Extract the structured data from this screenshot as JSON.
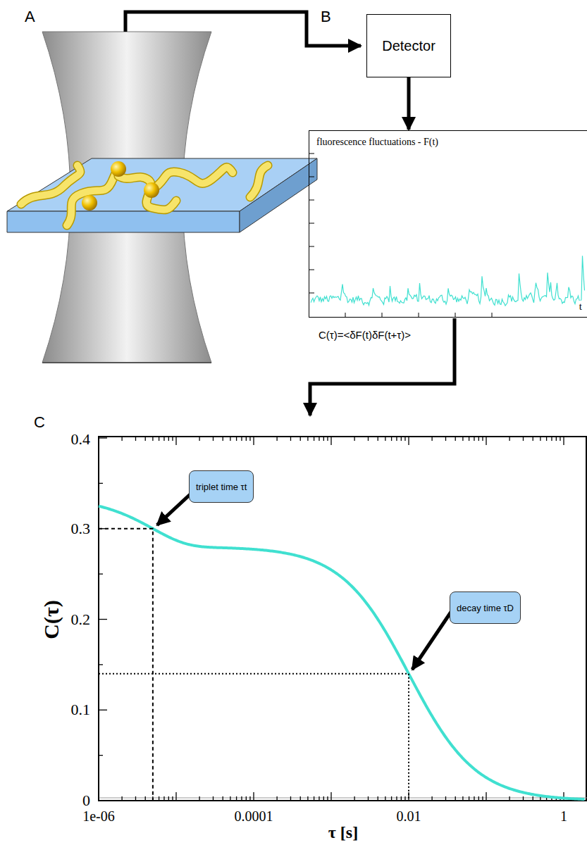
{
  "diagram": {
    "nodes": [
      {
        "text": [
          "Detector"
        ]
      },
      {
        "text": [
          "fluorescence fluctuations - F(t)",
          "t"
        ]
      },
      {
        "text": [
          "triplet time τt"
        ]
      },
      {
        "text": [
          "decay time τD"
        ]
      }
    ],
    "edges": [
      {
        "from": 0,
        "to": 1,
        "arrow": "to"
      }
    ],
    "labels": [
      "A",
      "B",
      "C(τ)=<δF(t)δF(t+τ)>",
      "C",
      "0",
      "0.1",
      "0.2",
      "0.3",
      "0.4",
      "1e-06",
      "0.0001",
      "0.01",
      "1",
      "C(τ)",
      "τ [s]"
    ]
  }
}
